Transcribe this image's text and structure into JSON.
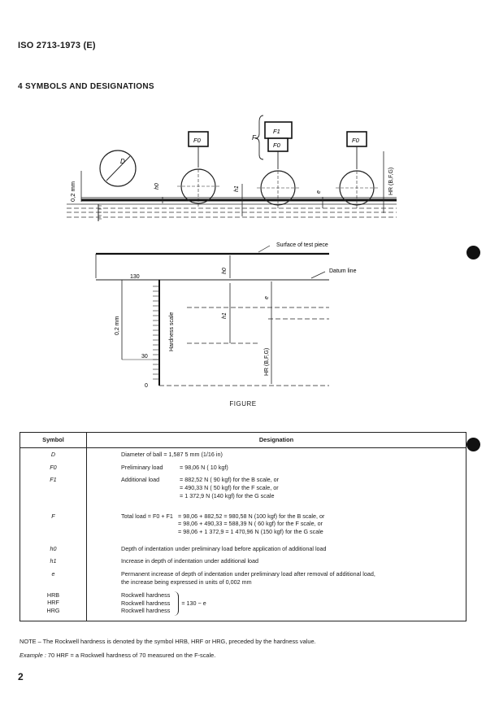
{
  "header": {
    "standard": "ISO 2713-1973 (E)"
  },
  "section": {
    "heading": "4  SYMBOLS AND DESIGNATIONS"
  },
  "figure1": {
    "ball": "D",
    "force0": "F0",
    "force1": "F1",
    "force": "F",
    "dim_02mm": "0,2 mm",
    "h0": "h0",
    "h1": "h1",
    "e": "e",
    "hr": "HR (B,F,G)"
  },
  "figure2": {
    "surface": "Surface of test piece",
    "datum": "Datum line",
    "v130": "130",
    "v30": "30",
    "v0": "0",
    "dim_02mm": "0,2 mm",
    "hardness_scale": "Hardness scale",
    "h0": "h0",
    "h1": "h1",
    "e": "e",
    "hr": "HR (B,F,G)"
  },
  "figure_caption": "FIGURE",
  "table": {
    "col_symbol": "Symbol",
    "col_designation": "Designation",
    "rows": {
      "D": {
        "symbol": "D",
        "text": "Diameter of ball = 1,587 5 mm (1/16 in)"
      },
      "F0": {
        "symbol": "F0",
        "label": "Preliminary load",
        "value": "=     98,06 N (  10 kgf)"
      },
      "F1": {
        "symbol": "F1",
        "label": "Additional load",
        "v1": "=   882,52 N (  90 kgf) for the B scale, or",
        "v2": "=   490,33 N (  50 kgf) for the F scale, or",
        "v3": "= 1 372,9   N (140 kgf) for the G scale"
      },
      "F": {
        "symbol": "F",
        "label": "Total load = F0 + F1",
        "v1": "= 98,06 +   882,52 =   980,58 N (100 kgf) for the B scale, or",
        "v2": "= 98,06 +   490,33 =   588,39 N (  60 kgf) for the F scale, or",
        "v3": "= 98,06 + 1 372,9  = 1 470,96 N (150 kgf) for the G scale"
      },
      "h0": {
        "symbol": "h0",
        "text": "Depth of indentation under preliminary load before application of additional load"
      },
      "h1": {
        "symbol": "h1",
        "text": "Increase in depth of indentation under additional load"
      },
      "e": {
        "symbol": "e",
        "text1": "Permanent increase of depth of indentation under preliminary load after removal of additional load,",
        "text2": "the increase being expressed in units of 0,002 mm"
      },
      "hr": {
        "s1": "HRB",
        "s2": "HRF",
        "s3": "HRG",
        "d1": "Rockwell hardness",
        "d2": "Rockwell hardness",
        "d3": "Rockwell hardness",
        "formula": "= 130 − e"
      }
    }
  },
  "note": "NOTE – The Rockwell hardness is denoted by the symbol HRB, HRF or HRG, preceded by the hardness value.",
  "example": {
    "label": "Example :",
    "text": " 70 HRF = a Rockwell hardness of 70 measured on the F-scale."
  },
  "page_number": "2"
}
